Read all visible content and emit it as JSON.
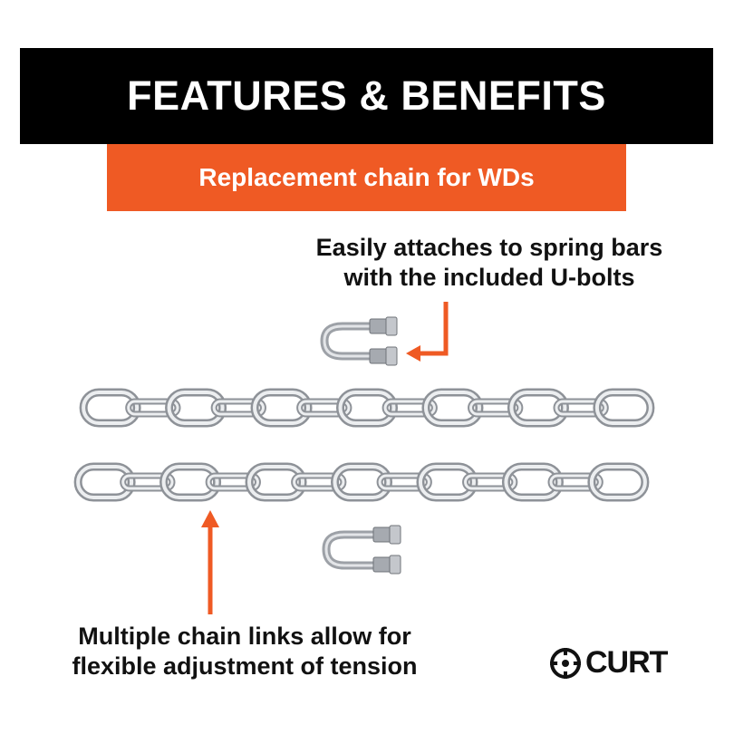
{
  "header": {
    "title": "FEATURES & BENEFITS"
  },
  "subheader": {
    "title": "Replacement chain for WDs"
  },
  "callouts": {
    "top": [
      "Easily attaches to spring bars",
      "with the included U-bolts"
    ],
    "bottom": [
      "Multiple chain links allow for",
      "flexible adjustment of tension"
    ]
  },
  "brand": {
    "logo_text": "CURT",
    "logo_icon": "curt-gear-icon"
  },
  "colors": {
    "accent": "#ef5a24",
    "header_bg": "#000000",
    "chain": "#c9ccd0"
  }
}
